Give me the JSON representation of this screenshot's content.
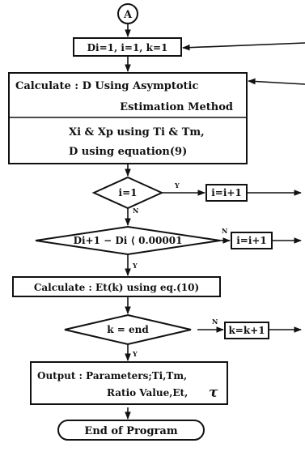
{
  "connector": "A",
  "init": "Di=1, i=1, k=1",
  "calc_line1": "Calculate : D Using Asymptotic",
  "calc_line2": "Estimation Method",
  "xi_line1": "Xi & Xp using Ti & Tm,",
  "xi_line2": "D using equation(9)",
  "decision1": "i=1",
  "decision1_yes": "Y",
  "decision1_no": "N",
  "box_i1": "i=i+1",
  "decision2": "Di+1 − Di ⟨ 0.00001",
  "decision2_no": "N",
  "decision2_yes": "Y",
  "box_i2": "i=i+1",
  "calc_et": "Calculate : Et(k) using eq.(10)",
  "decision3": "k = end",
  "decision3_no": "N",
  "decision3_yes": "Y",
  "box_k": "k=k+1",
  "out_line1": "Output : Parameters;Ti,Tm,",
  "out_line2": "Ratio Value,Et,",
  "out_tau": "τ",
  "end": "End of Program"
}
